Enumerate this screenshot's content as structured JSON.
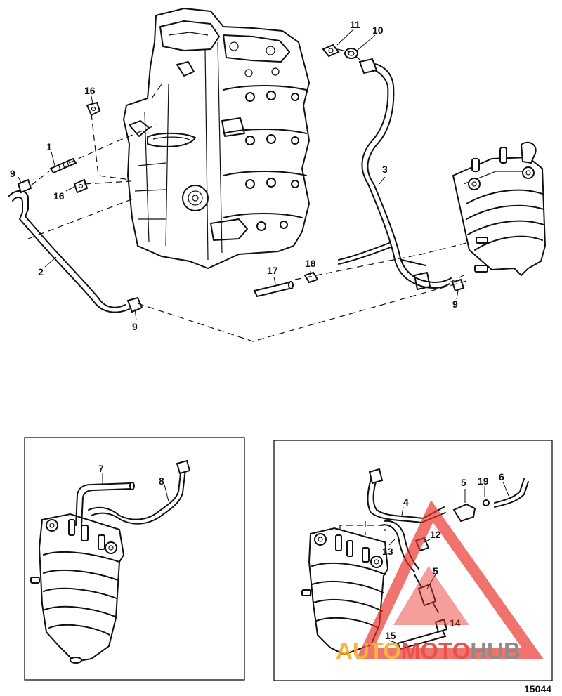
{
  "callouts": {
    "c1": "1",
    "c2": "2",
    "c3": "3",
    "c9a": "9",
    "c9b": "9",
    "c9c": "9",
    "c10": "10",
    "c11": "11",
    "c16a": "16",
    "c16b": "16",
    "c17": "17",
    "c18": "18",
    "c7": "7",
    "c8": "8",
    "c4": "4",
    "c5a": "5",
    "c5b": "5",
    "c6": "6",
    "c12": "12",
    "c13": "13",
    "c14": "14",
    "c15": "15",
    "c19": "19"
  },
  "figure_number": "15044",
  "watermark": {
    "part1": "AUTO",
    "part2": "MOTO",
    "part3": "HUB",
    "colors": {
      "orange": "#f5a623",
      "red": "#e8322b",
      "grey": "#7a7a7a"
    }
  }
}
